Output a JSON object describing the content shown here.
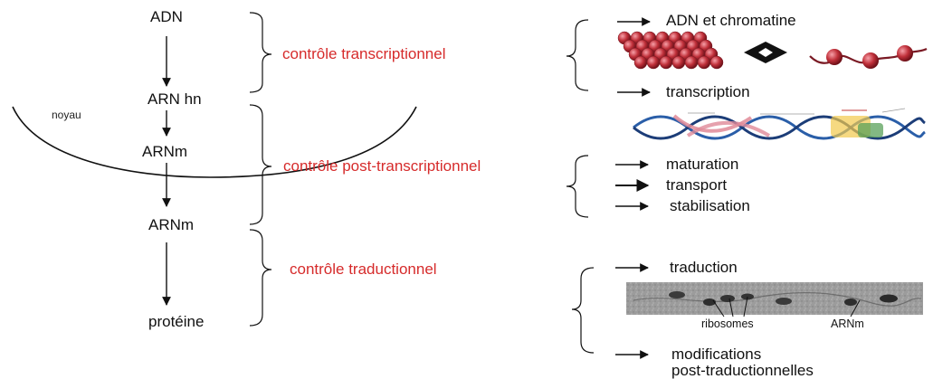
{
  "flow": {
    "adn": "ADN",
    "arn_hn": "ARN hn",
    "arnm_nucleus": "ARNm",
    "arnm_cytoplasm": "ARNm",
    "proteine": "protéine",
    "noyau": "noyau"
  },
  "controls": {
    "transcriptional": "contrôle transcriptionnel",
    "post_transcriptional": "contrôle post-transcriptionnel",
    "translational": "contrôle traductionnel"
  },
  "steps": {
    "adn_chromatine": "ADN et chromatine",
    "transcription": "transcription",
    "maturation": "maturation",
    "transport": "transport",
    "stabilisation": "stabilisation",
    "traduction": "traduction",
    "modifications_line1": "modifications",
    "modifications_line2": "post-traductionnelles"
  },
  "gel": {
    "ribosomes": "ribosomes",
    "arnm": "ARNm"
  },
  "colors": {
    "control_text": "#d62b2b",
    "nucleosome": "#c0303a",
    "helix_blue": "#2a5ea8",
    "helix_pink": "#e08a98"
  }
}
